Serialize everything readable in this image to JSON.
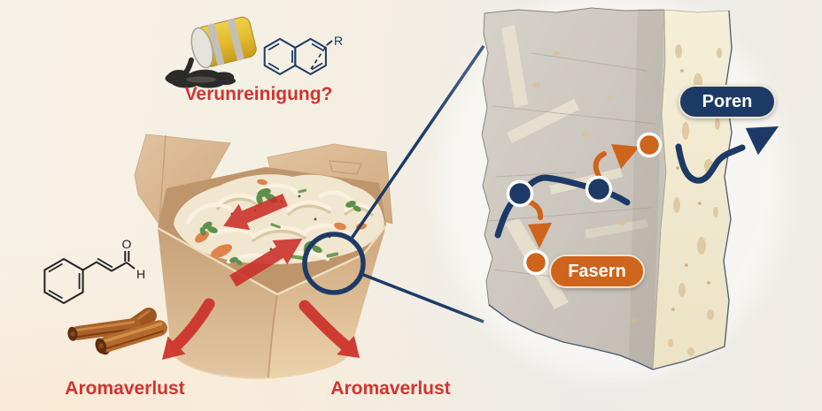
{
  "labels": {
    "contamination": "Verunreinigung?",
    "aroma_loss_left": "Aromaverlust",
    "aroma_loss_right": "Aromaverlust",
    "pores": "Poren",
    "fibers": "Fasern"
  },
  "chemistry": {
    "naphthalene_substituent": "R",
    "aldehyde_oxygen": "O",
    "aldehyde_hydrogen": "H"
  },
  "icons": {
    "oil_barrel": "oil-barrel-spill-icon",
    "naphthalene": "naphthalene-structure-icon",
    "cinnamaldehyde": "cinnamaldehyde-structure-icon",
    "cinnamon_sticks": "cinnamon-sticks-icon",
    "takeout_box": "noodle-takeout-box-illustration",
    "magnifier": "zoom-circle-icon",
    "paper_block": "paper-microstructure-3d-view",
    "aroma_path": "navy-diffusion-path",
    "pore_escape": "pore-escape-arrow",
    "fiber_sorption": "orange-fiber-arrows"
  },
  "colors": {
    "accent_red": "#d03430",
    "navy": "#1d3a66",
    "orange": "#cf641c",
    "kraft": "#d9b894",
    "block_front": "#cdc8c0",
    "block_side": "#f3ecd5",
    "background": "#f5efe4"
  }
}
